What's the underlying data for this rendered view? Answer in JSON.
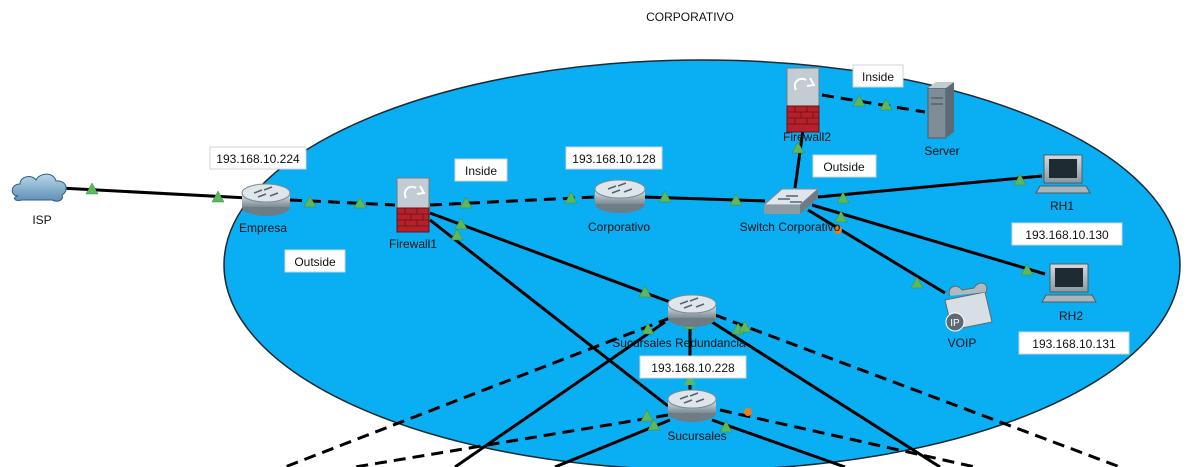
{
  "region": {
    "title": "CORPORATIVO",
    "fill": "#0aaef2"
  },
  "devices": {
    "isp": "ISP",
    "empresa": "Empresa",
    "firewall1": "Firewall1",
    "corporativo": "Corporativo",
    "switch": "Switch Corporativo",
    "firewall2": "Firewall2",
    "server": "Server",
    "rh1": "RH1",
    "rh2": "RH2",
    "voip": "VOIP",
    "voip_badge": "IP",
    "redundancia": "Sucursales Redundancia",
    "sucursales": "Sucursales"
  },
  "boxes": {
    "empresa_ip": "193.168.10.224",
    "corp_ip": "193.168.10.128",
    "rh1_ip": "193.168.10.130",
    "rh2_ip": "193.168.10.131",
    "suc_ip": "193.168.10.228",
    "outside_empresa": "Outside",
    "inside_fw1": "Inside",
    "inside_fw2": "Inside",
    "outside_fw2": "Outside"
  },
  "colors": {
    "link_up": "#5cb85c",
    "link_down": "#f07b1b",
    "router": "#9aa6ae",
    "firewall": "#b5202a"
  }
}
